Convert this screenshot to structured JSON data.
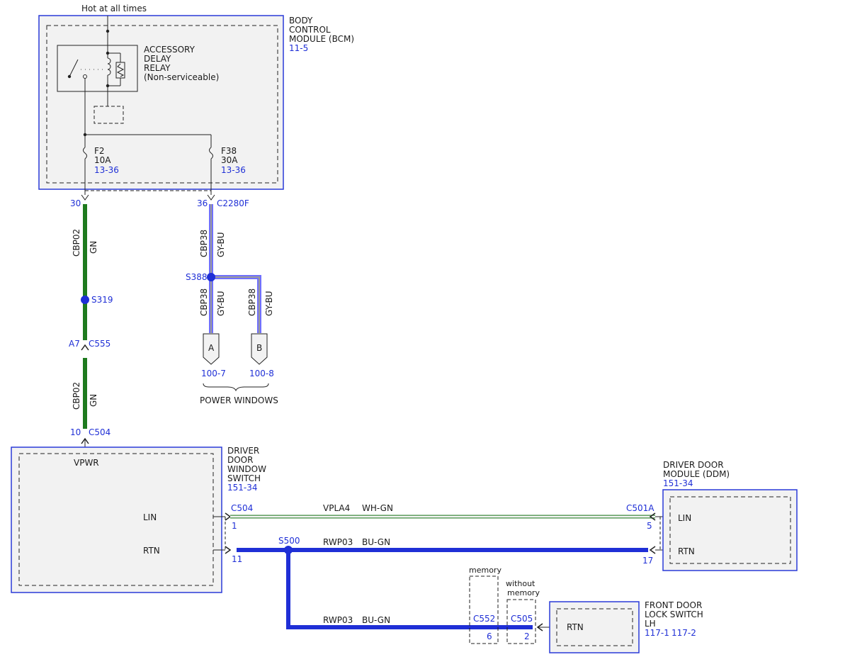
{
  "power": {
    "label": "Hot at all times"
  },
  "bcm": {
    "line1": "BODY",
    "line2": "CONTROL",
    "line3": "MODULE (BCM)",
    "ref": "11-5"
  },
  "relay": {
    "line1": "ACCESSORY",
    "line2": "DELAY",
    "line3": "RELAY",
    "line4": "(Non-serviceable)"
  },
  "fuses": [
    {
      "name": "F2",
      "rating": "10A",
      "ref": "13-36"
    },
    {
      "name": "F38",
      "rating": "30A",
      "ref": "13-36"
    }
  ],
  "connectors": {
    "c2280f_pin30": "30",
    "c2280f_pin36": "36",
    "c2280f": "C2280F",
    "c555_pin": "A7",
    "c555": "C555",
    "c504_pin10": "10",
    "c504_top": "C504",
    "c504_right": "C504",
    "c504_pin1": "1",
    "c504_pin11": "11",
    "c501a": "C501A",
    "c501a_pin5": "5",
    "c501a_pin17": "17",
    "c552": "C552",
    "c552_pin": "6",
    "c505": "C505",
    "c505_pin": "2"
  },
  "splices": {
    "s319": "S319",
    "s388": "S388",
    "s500": "S500"
  },
  "wires": {
    "cbp02_circuit": "CBP02",
    "cbp02_color": "GN",
    "cbp38_circuit": "CBP38",
    "cbp38_color": "GY-BU",
    "vpla4_circuit": "VPLA4",
    "vpla4_color": "WH-GN",
    "rwp03_circuit": "RWP03",
    "rwp03_color": "BU-GN"
  },
  "colors": {
    "gn": "#1e7a1e",
    "gyBu": "#6a6aff",
    "wh": "#f4f4f4",
    "buGn": "#1f2fd6",
    "blueRef": "#1f2fd6"
  },
  "powerWindows": {
    "a": "A",
    "a_ref": "100-7",
    "b": "B",
    "b_ref": "100-8",
    "label": "POWER WINDOWS"
  },
  "dws": {
    "line1": "DRIVER",
    "line2": "DOOR",
    "line3": "WINDOW",
    "line4": "SWITCH",
    "ref": "151-34",
    "vpwr": "VPWR",
    "lin": "LIN",
    "rtn": "RTN"
  },
  "ddm": {
    "line1": "DRIVER DOOR",
    "line2": "MODULE (DDM)",
    "ref": "151-34",
    "lin": "LIN",
    "rtn": "RTN"
  },
  "options": {
    "memory": "memory",
    "without1": "without",
    "without2": "memory"
  },
  "fdls": {
    "line1": "FRONT DOOR",
    "line2": "LOCK SWITCH",
    "line3": "LH",
    "ref1": "117-1",
    "ref2": "117-2",
    "rtn": "RTN"
  }
}
